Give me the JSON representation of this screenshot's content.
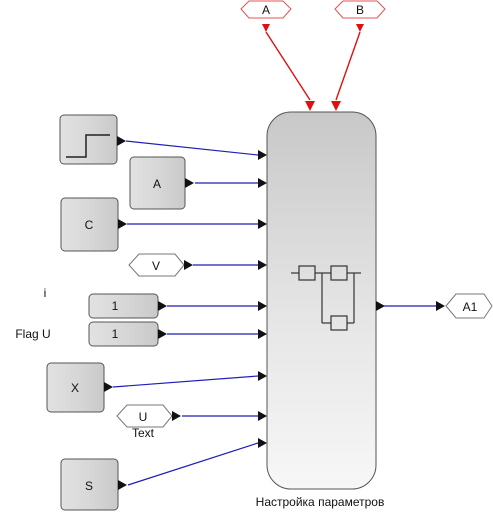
{
  "diagram": {
    "top_inputs": [
      {
        "label": "A"
      },
      {
        "label": "B"
      }
    ],
    "blocks": {
      "step_block": {
        "label": ""
      },
      "const_a": {
        "label": "A"
      },
      "const_c": {
        "label": "C"
      },
      "from_v": {
        "label": "V"
      },
      "const_1a": {
        "label": "1"
      },
      "const_1b": {
        "label": "1"
      },
      "const_x": {
        "label": "X"
      },
      "from_u": {
        "label": "U"
      },
      "const_s": {
        "label": "S"
      }
    },
    "side_labels": {
      "i": "i",
      "flag_u": "Flag U",
      "text": "Text"
    },
    "main_block": {
      "caption": "Настройка параметров"
    },
    "output": {
      "label": "A1"
    },
    "colors": {
      "signal_line": "#1f1fb8",
      "event_line": "#e01010",
      "block_fill": "#e4e4e4",
      "block_border": "#555555"
    }
  }
}
